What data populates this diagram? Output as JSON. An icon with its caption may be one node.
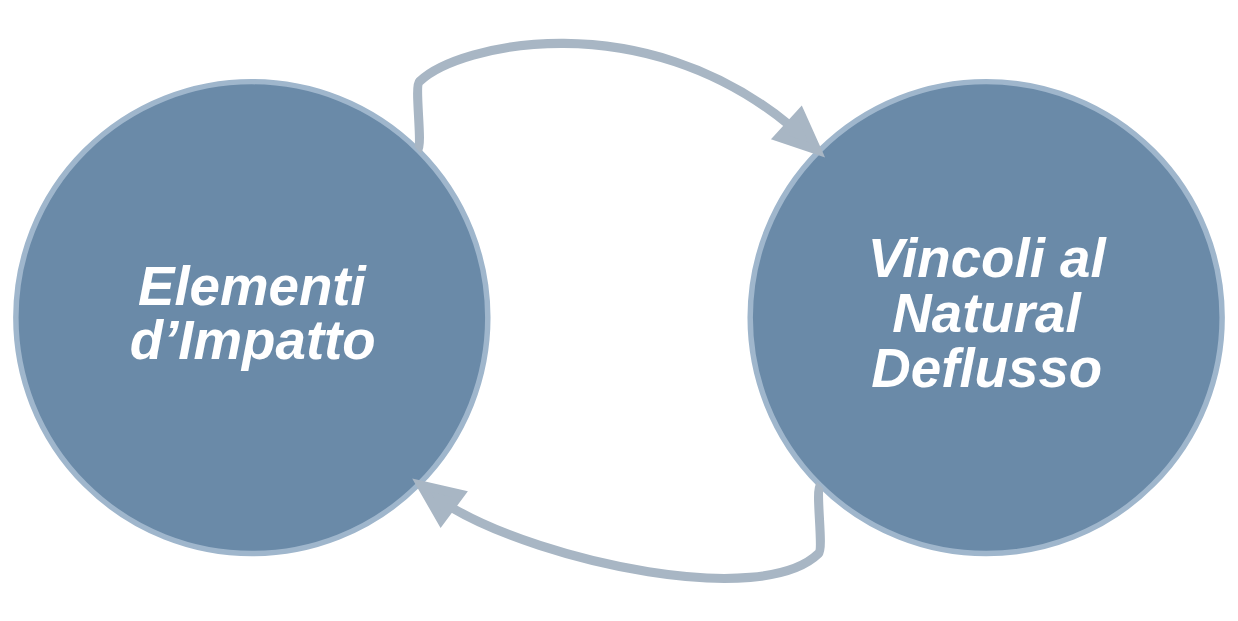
{
  "diagram": {
    "nodes": [
      {
        "text": [
          "Elementi d’Impatto"
        ]
      },
      {
        "text": [
          "Vincoli al Natural Deflusso"
        ]
      }
    ],
    "edges": [
      {
        "from": 0,
        "to": 1,
        "arrow": "to"
      },
      {
        "from": 1,
        "to": 0,
        "arrow": "to"
      }
    ]
  }
}
